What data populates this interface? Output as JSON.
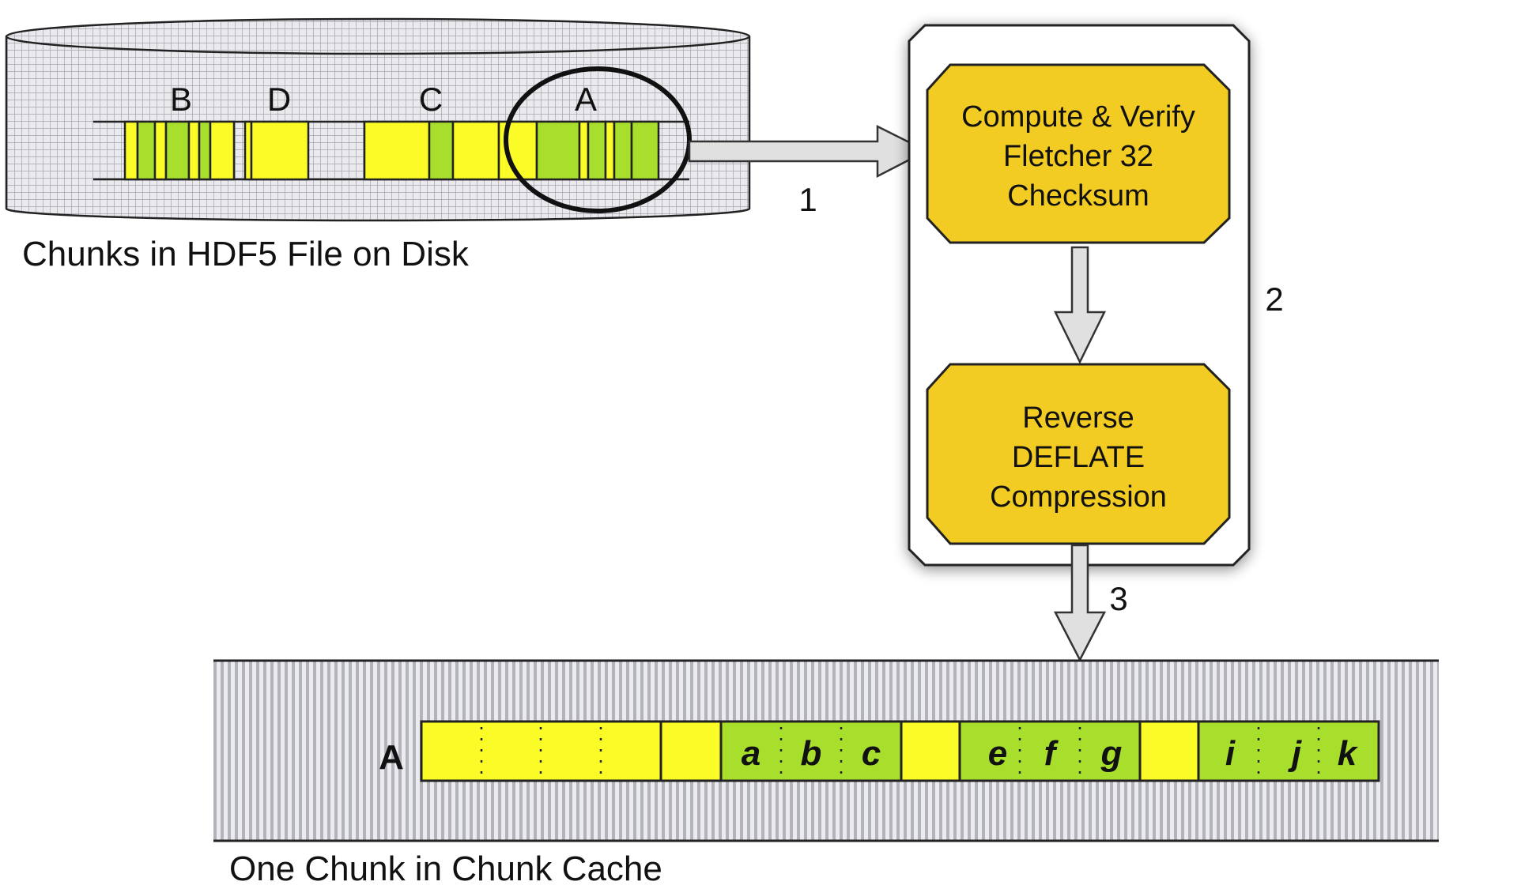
{
  "disk": {
    "caption": "Chunks in HDF5 File on Disk",
    "chunk_labels": [
      "B",
      "D",
      "C",
      "A"
    ]
  },
  "steps": {
    "step1": "1",
    "step2": "2",
    "step3": "3"
  },
  "process": {
    "checksum_lines": [
      "Compute & Verify",
      "Fletcher 32",
      "Checksum"
    ],
    "deflate_lines": [
      "Reverse",
      "DEFLATE",
      "Compression"
    ]
  },
  "cache": {
    "caption": "One Chunk in Chunk Cache",
    "chunk_label": "A",
    "elements": [
      "a",
      "b",
      "c",
      "e",
      "f",
      "g",
      "i",
      "j",
      "k"
    ]
  },
  "colors": {
    "yellow": "#fbfb27",
    "green": "#a8df2d",
    "box_gold": "#f2cc22",
    "hatch_gray": "#b3b3bb"
  }
}
